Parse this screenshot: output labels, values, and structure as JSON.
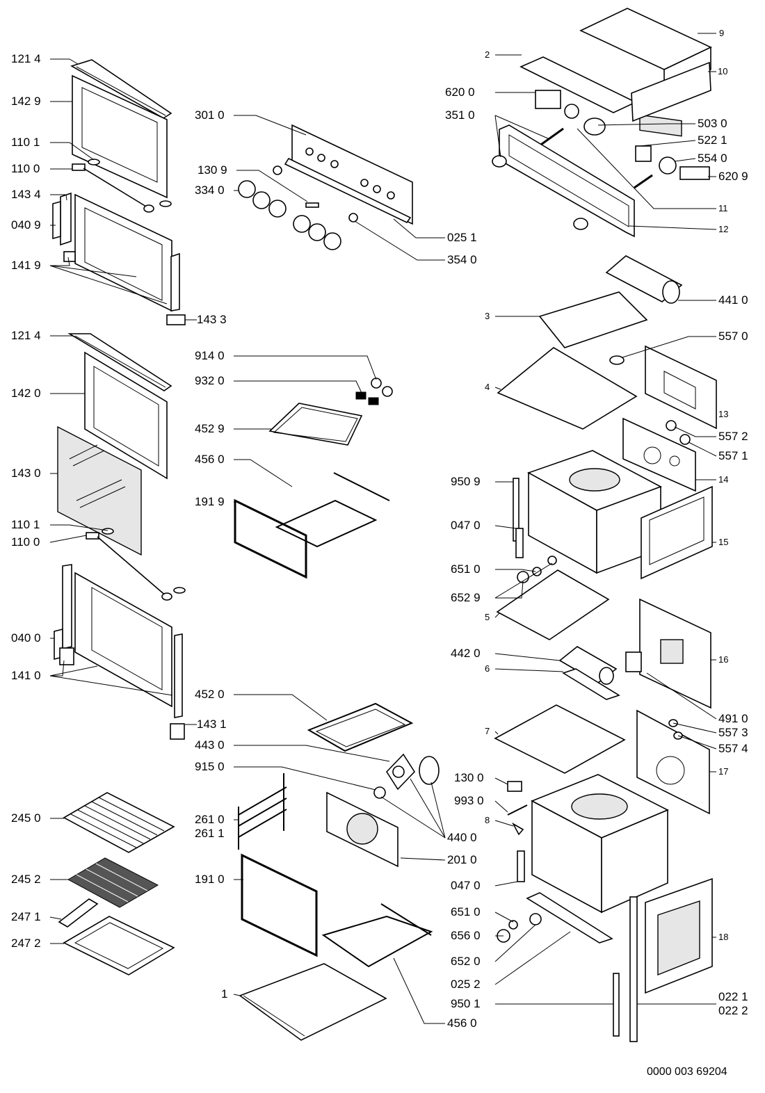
{
  "diagram": {
    "labels": [
      {
        "id": "l1214a",
        "text": "121 4"
      },
      {
        "id": "l1429",
        "text": "142 9"
      },
      {
        "id": "l1101a",
        "text": "110 1"
      },
      {
        "id": "l1100a",
        "text": "110 0"
      },
      {
        "id": "l1434",
        "text": "143 4"
      },
      {
        "id": "l0409",
        "text": "040 9"
      },
      {
        "id": "l1419",
        "text": "141 9"
      },
      {
        "id": "l1433",
        "text": "143 3"
      },
      {
        "id": "l1214b",
        "text": "121 4"
      },
      {
        "id": "l1420",
        "text": "142 0"
      },
      {
        "id": "l1430",
        "text": "143 0"
      },
      {
        "id": "l1101b",
        "text": "110 1"
      },
      {
        "id": "l1100b",
        "text": "110 0"
      },
      {
        "id": "l0400",
        "text": "040 0"
      },
      {
        "id": "l1410",
        "text": "141 0"
      },
      {
        "id": "l1431",
        "text": "143 1"
      },
      {
        "id": "l2450",
        "text": "245 0"
      },
      {
        "id": "l2452",
        "text": "245 2"
      },
      {
        "id": "l2471",
        "text": "247 1"
      },
      {
        "id": "l2472",
        "text": "247 2"
      },
      {
        "id": "l3010",
        "text": "301 0"
      },
      {
        "id": "l1309",
        "text": "130 9"
      },
      {
        "id": "l3340",
        "text": "334 0"
      },
      {
        "id": "l0251",
        "text": "025 1"
      },
      {
        "id": "l3540",
        "text": "354 0"
      },
      {
        "id": "l9140",
        "text": "914 0"
      },
      {
        "id": "l9320",
        "text": "932 0"
      },
      {
        "id": "l4529",
        "text": "452 9"
      },
      {
        "id": "l4560a",
        "text": "456 0"
      },
      {
        "id": "l1919",
        "text": "191 9"
      },
      {
        "id": "l4520",
        "text": "452 0"
      },
      {
        "id": "l4430",
        "text": "443 0"
      },
      {
        "id": "l9150",
        "text": "915 0"
      },
      {
        "id": "l2610",
        "text": "261 0"
      },
      {
        "id": "l2611",
        "text": "261 1"
      },
      {
        "id": "l1910",
        "text": "191 0"
      },
      {
        "id": "l1",
        "text": "1"
      },
      {
        "id": "l4560b",
        "text": "456 0"
      },
      {
        "id": "l4400",
        "text": "440 0"
      },
      {
        "id": "l2010",
        "text": "201 0"
      },
      {
        "id": "l9",
        "text": "9"
      },
      {
        "id": "l2",
        "text": "2"
      },
      {
        "id": "l10",
        "text": "10"
      },
      {
        "id": "l6200",
        "text": "620 0"
      },
      {
        "id": "l3510",
        "text": "351 0"
      },
      {
        "id": "l5030",
        "text": "503 0"
      },
      {
        "id": "l5221",
        "text": "522 1"
      },
      {
        "id": "l5540",
        "text": "554 0"
      },
      {
        "id": "l6209",
        "text": "620 9"
      },
      {
        "id": "l11",
        "text": "11"
      },
      {
        "id": "l12",
        "text": "12"
      },
      {
        "id": "l4410",
        "text": "441 0"
      },
      {
        "id": "l3",
        "text": "3"
      },
      {
        "id": "l5570",
        "text": "557 0"
      },
      {
        "id": "l4",
        "text": "4"
      },
      {
        "id": "l13",
        "text": "13"
      },
      {
        "id": "l5572",
        "text": "557 2"
      },
      {
        "id": "l5571",
        "text": "557 1"
      },
      {
        "id": "l9509",
        "text": "950 9"
      },
      {
        "id": "l14",
        "text": "14"
      },
      {
        "id": "l0470a",
        "text": "047 0"
      },
      {
        "id": "l15",
        "text": "15"
      },
      {
        "id": "l6510a",
        "text": "651 0"
      },
      {
        "id": "l6529",
        "text": "652 9"
      },
      {
        "id": "l5",
        "text": "5"
      },
      {
        "id": "l4420",
        "text": "442 0"
      },
      {
        "id": "l16",
        "text": "16"
      },
      {
        "id": "l6",
        "text": "6"
      },
      {
        "id": "l4910",
        "text": "491 0"
      },
      {
        "id": "l7",
        "text": "7"
      },
      {
        "id": "l5573",
        "text": "557 3"
      },
      {
        "id": "l5574",
        "text": "557 4"
      },
      {
        "id": "l17",
        "text": "17"
      },
      {
        "id": "l1300",
        "text": "130 0"
      },
      {
        "id": "l9930",
        "text": "993 0"
      },
      {
        "id": "l8",
        "text": "8"
      },
      {
        "id": "l0470b",
        "text": "047 0"
      },
      {
        "id": "l6510b",
        "text": "651 0"
      },
      {
        "id": "l6560",
        "text": "656 0"
      },
      {
        "id": "l18",
        "text": "18"
      },
      {
        "id": "l6520",
        "text": "652 0"
      },
      {
        "id": "l0252",
        "text": "025 2"
      },
      {
        "id": "l9501",
        "text": "950 1"
      },
      {
        "id": "l0221",
        "text": "022 1"
      },
      {
        "id": "l0222",
        "text": "022 2"
      }
    ],
    "document_number": "0000 003 69204"
  }
}
